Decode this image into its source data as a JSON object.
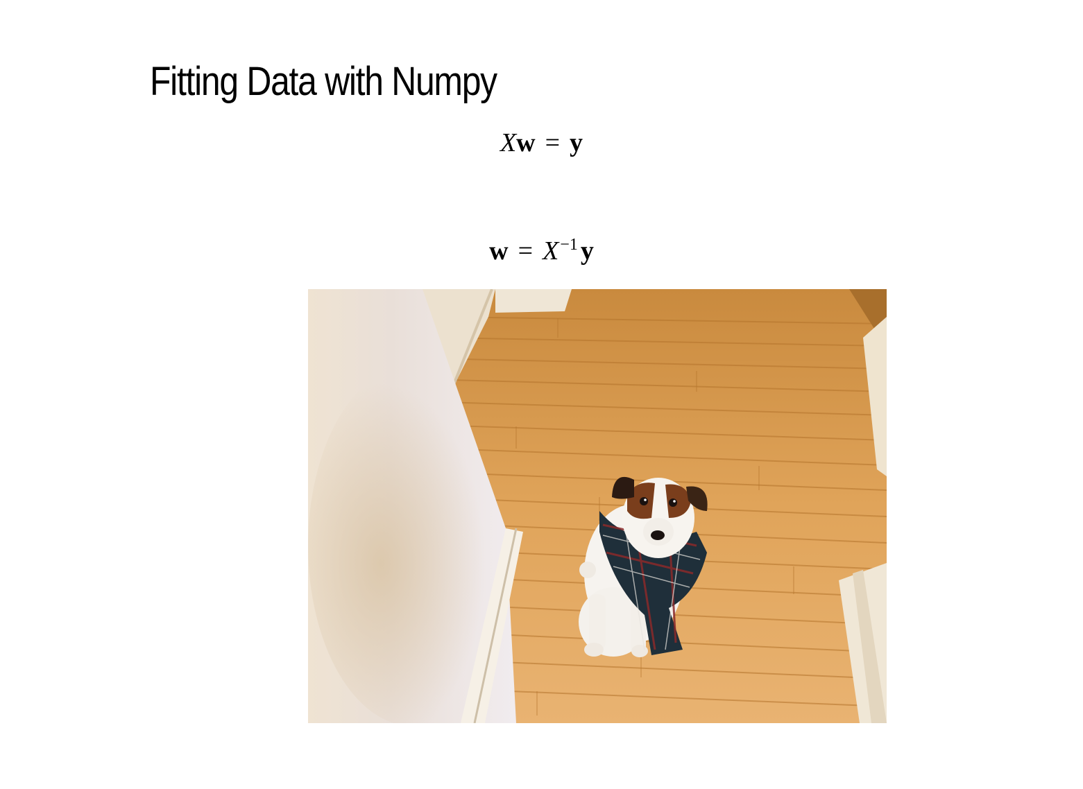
{
  "slide": {
    "title": "Fitting Data with Numpy",
    "equation1": {
      "X": "X",
      "w": "w",
      "eq": "=",
      "y": "y"
    },
    "equation2": {
      "w": "w",
      "eq": "=",
      "X": "X",
      "exp": "−1",
      "y": "y"
    },
    "photo": {
      "subject": "dog-in-plaid-scarf-on-wood-floor"
    }
  }
}
